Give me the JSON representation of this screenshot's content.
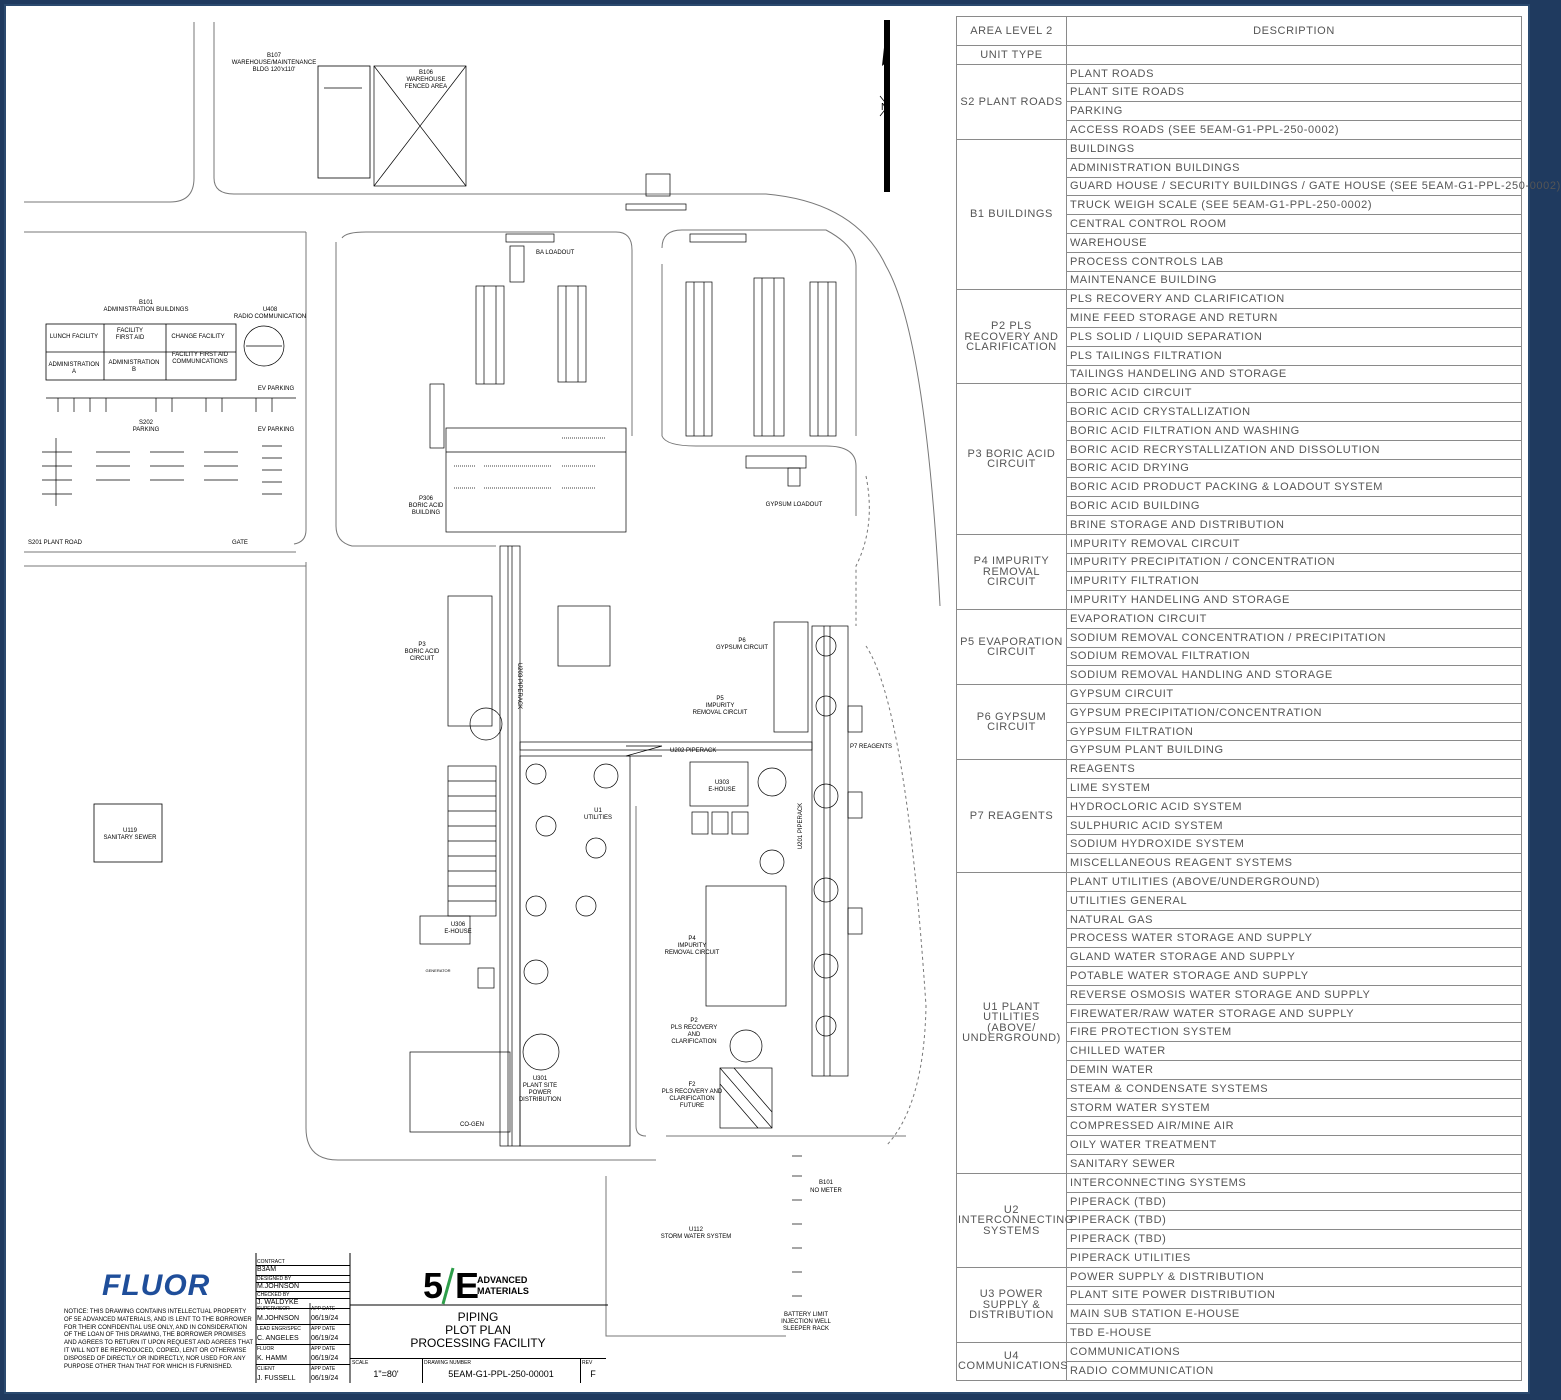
{
  "plan_labels": {
    "b107": "B107",
    "b107_desc1": "WAREHOUSE/MAINTENANCE",
    "b107_desc2": "BLDG 120'x110'",
    "b106": "B106",
    "b106_desc1": "WAREHOUSE",
    "b106_desc2": "FENCED AREA",
    "ba_loadout": "BA LOADOUT",
    "b101": "B101",
    "b101_desc": "ADMINISTRATION BUILDINGS",
    "u408": "U408",
    "u408_desc": "RADIO COMMUNICATION",
    "lunch": "LUNCH FACILITY",
    "facility1": "FACILITY",
    "facility2": "FIRST AID",
    "change": "CHANGE FACILITY",
    "admin_a1": "ADMINISTRATION",
    "admin_a2": "A",
    "admin_b1": "ADMINISTRATION",
    "admin_b2": "B",
    "fac_first_aid": "FACILITY FIRST AID",
    "communications": "COMMUNICATIONS",
    "ev_parking1": "EV PARKING",
    "s202": "S202",
    "parking": "PARKING",
    "ev_parking2": "EV PARKING",
    "s201": "S201 PLANT ROAD",
    "gate": "GATE",
    "p306": "P306",
    "p306_desc1": "BORIC ACID",
    "p306_desc2": "BUILDING",
    "gypsum_loadout": "GYPSUM LOADOUT",
    "p3": "P3",
    "p3_desc1": "BORIC ACID",
    "p3_desc2": "CIRCUIT",
    "u203": "U203 PIPERACK",
    "p6": "P6",
    "p6_desc": "GYPSUM CIRCUIT",
    "p5": "P5",
    "p5_desc1": "IMPURITY",
    "p5_desc2": "REMOVAL CIRCUIT",
    "p7_reagents": "P7 REAGENTS",
    "u202": "U202 PIPERACK",
    "u303": "U303",
    "u303_desc": "E-HOUSE",
    "u1": "U1",
    "u1_desc": "UTILITIES",
    "u201": "U201 PIPERACK",
    "u119": "U119",
    "u119_desc": "SANITARY SEWER",
    "u306": "U306",
    "u306_desc": "E-HOUSE",
    "generator": "GENERATOR",
    "p4": "P4",
    "p4_desc1": "IMPURITY",
    "p4_desc2": "REMOVAL CIRCUIT",
    "p2": "P2",
    "p2_desc1": "PLS RECOVERY",
    "p2_desc2": "AND",
    "p2_desc3": "CLARIFICATION",
    "u301": "U301",
    "u301_desc1": "PLANT SITE",
    "u301_desc2": "POWER",
    "u301_desc3": "DISTRIBUTION",
    "f2": "F2",
    "f2_desc1": "PLS RECOVERY AND",
    "f2_desc2": "CLARIFICATION",
    "f2_desc3": "FUTURE",
    "co_gen": "CO-GEN",
    "b101_meter": "B101",
    "no_meter": "NO METER",
    "u112": "U112",
    "u112_desc": "STORM WATER SYSTEM",
    "battery1": "BATTERY LIMIT",
    "battery2": "INJECTION WELL",
    "battery3": "SLEEPER RACK",
    "north": "N"
  },
  "legend": {
    "header_area": "AREA LEVEL 2",
    "header_desc": "DESCRIPTION",
    "unit_type": "UNIT TYPE",
    "groups": [
      {
        "area": "S2 PLANT ROADS",
        "items": [
          "PLANT ROADS",
          "PLANT SITE ROADS",
          "PARKING",
          "ACCESS ROADS (SEE 5EAM-G1-PPL-250-0002)"
        ]
      },
      {
        "area": "B1 BUILDINGS",
        "items": [
          "BUILDINGS",
          "ADMINISTRATION BUILDINGS",
          "GUARD HOUSE / SECURITY BUILDINGS / GATE HOUSE (SEE 5EAM-G1-PPL-250-0002)",
          "TRUCK WEIGH SCALE (SEE 5EAM-G1-PPL-250-0002)",
          "CENTRAL CONTROL ROOM",
          "WAREHOUSE",
          "PROCESS CONTROLS LAB",
          "MAINTENANCE BUILDING"
        ]
      },
      {
        "area": "P2 PLS RECOVERY AND CLARIFICATION",
        "items": [
          "PLS RECOVERY AND CLARIFICATION",
          "MINE FEED STORAGE AND RETURN",
          "PLS SOLID / LIQUID SEPARATION",
          "PLS TAILINGS FILTRATION",
          "TAILINGS HANDELING AND STORAGE"
        ]
      },
      {
        "area": "P3 BORIC ACID CIRCUIT",
        "items": [
          "BORIC ACID CIRCUIT",
          "BORIC ACID CRYSTALLIZATION",
          "BORIC ACID FILTRATION AND WASHING",
          "BORIC ACID RECRYSTALLIZATION AND DISSOLUTION",
          "BORIC ACID DRYING",
          "BORIC ACID PRODUCT PACKING & LOADOUT SYSTEM",
          "BORIC ACID BUILDING",
          "BRINE STORAGE AND DISTRIBUTION"
        ]
      },
      {
        "area": "P4 IMPURITY REMOVAL CIRCUIT",
        "items": [
          "IMPURITY REMOVAL CIRCUIT",
          "IMPURITY PRECIPITATION / CONCENTRATION",
          "IMPURITY FILTRATION",
          "IMPURITY HANDELING AND STORAGE"
        ]
      },
      {
        "area": "P5 EVAPORATION CIRCUIT",
        "items": [
          "EVAPORATION CIRCUIT",
          "SODIUM REMOVAL CONCENTRATION / PRECIPITATION",
          "SODIUM REMOVAL FILTRATION",
          "SODIUM REMOVAL HANDLING AND STORAGE"
        ]
      },
      {
        "area": "P6 GYPSUM CIRCUIT",
        "items": [
          "GYPSUM CIRCUIT",
          "GYPSUM PRECIPITATION/CONCENTRATION",
          "GYPSUM FILTRATION",
          "GYPSUM PLANT BUILDING"
        ]
      },
      {
        "area": "P7 REAGENTS",
        "items": [
          "REAGENTS",
          "LIME SYSTEM",
          "HYDROCLORIC ACID SYSTEM",
          "SULPHURIC ACID SYSTEM",
          "SODIUM HYDROXIDE SYSTEM",
          "MISCELLANEOUS REAGENT SYSTEMS"
        ]
      },
      {
        "area": "U1 PLANT UTILITIES (ABOVE/ UNDERGROUND)",
        "items": [
          "PLANT UTILITIES (ABOVE/UNDERGROUND)",
          "UTILITIES GENERAL",
          "NATURAL GAS",
          "PROCESS WATER STORAGE AND SUPPLY",
          "GLAND WATER STORAGE AND SUPPLY",
          "POTABLE WATER STORAGE AND SUPPLY",
          "REVERSE OSMOSIS WATER STORAGE AND SUPPLY",
          "FIREWATER/RAW WATER STORAGE AND SUPPLY",
          "FIRE PROTECTION SYSTEM",
          "CHILLED WATER",
          "DEMIN WATER",
          "STEAM & CONDENSATE SYSTEMS",
          "STORM WATER SYSTEM",
          "COMPRESSED AIR/MINE AIR",
          "OILY WATER TREATMENT",
          "SANITARY SEWER"
        ]
      },
      {
        "area": "U2 INTERCONNECTING SYSTEMS",
        "items": [
          "INTERCONNECTING SYSTEMS",
          "PIPERACK (TBD)",
          "PIPERACK (TBD)",
          "PIPERACK  (TBD)",
          "PIPERACK UTILITIES"
        ]
      },
      {
        "area": "U3 POWER SUPPLY & DISTRIBUTION",
        "items": [
          "POWER SUPPLY & DISTRIBUTION",
          "PLANT SITE POWER DISTRIBUTION",
          "MAIN SUB STATION E-HOUSE",
          "TBD E-HOUSE"
        ]
      },
      {
        "area": "U4 COMMUNICATIONS",
        "items": [
          "COMMUNICATIONS",
          "RADIO COMMUNICATION"
        ]
      }
    ]
  },
  "title_block": {
    "fluor": "FLUOR",
    "notice": "NOTICE: THIS DRAWING CONTAINS INTELLECTUAL PROPERTY OF 5E ADVANCED MATERIALS, AND IS LENT TO THE BORROWER FOR THEIR CONFIDENTIAL USE ONLY, AND IN CONSIDERATION OF THE LOAN OF THIS DRAWING, THE BORROWER PROMISES AND AGREES TO RETURN IT UPON REQUEST AND AGREES THAT IT WILL NOT BE REPRODUCED, COPIED, LENT OR OTHERWISE DISPOSED OF DIRECTLY OR INDIRECTLY, NOR USED FOR ANY PURPOSE OTHER THAN THAT FOR WHICH IS FURNISHED.",
    "contract_label": "CONTRACT",
    "contract": "B3AM",
    "designed_label": "DESIGNED BY",
    "designed": "M.JOHNSON",
    "checked_label": "CHECKED BY",
    "checked": "J. WALDYKE",
    "supervisor_label": "SUPERVISOR",
    "supervisor": "M.JOHNSON",
    "lead_label": "LEAD ENGR/SPEC",
    "lead": "C. ANGELES",
    "fluor_label": "FLUOR",
    "fluor_person": "K. HAMM",
    "client_label": "CLIENT",
    "client": "J. FUSSELL",
    "app_date_label": "APP DATE",
    "app_date": "06/19/24",
    "logo_num": "5",
    "logo_e": "E",
    "logo_line1": "ADVANCED",
    "logo_line2": "MATERIALS",
    "title1": "PIPING",
    "title2": "PLOT PLAN",
    "title3": "PROCESSING FACILITY",
    "scale_label": "SCALE",
    "scale": "1\"=80'",
    "drawing_label": "DRAWING NUMBER",
    "drawing": "5EAM-G1-PPL-250-00001",
    "rev_label": "REV",
    "rev": "F"
  }
}
